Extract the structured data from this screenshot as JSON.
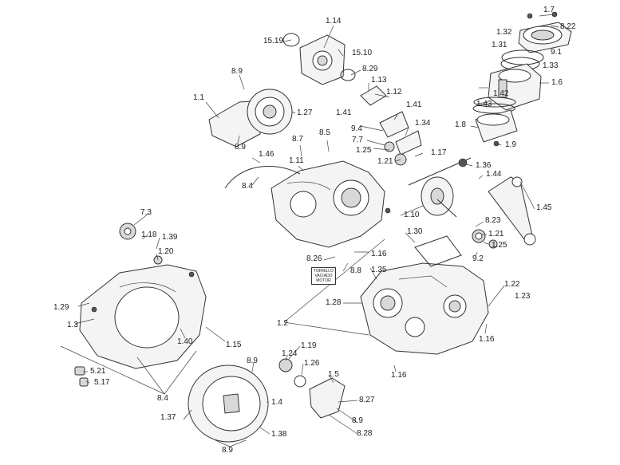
{
  "labels": {
    "l_1_14": "1.14",
    "l_1_7": "1.7",
    "l_15_19": "15.19",
    "l_15_10": "15.10",
    "l_1_32": "1.32",
    "l_8_22": "8.22",
    "l_1_31": "1.31",
    "l_9_1": "9.1",
    "l_1_33": "1.33",
    "l_8_9_a": "8.9",
    "l_8_29": "8.29",
    "l_1_13": "1.13",
    "l_1_6": "1.6",
    "l_1_42": "1.42",
    "l_1_1": "1.1",
    "l_1_12": "1.12",
    "l_1_43": "1.43",
    "l_1_27": "1.27",
    "l_1_41_a": "1.41",
    "l_1_41_b": "1.41",
    "l_1_8": "1.8",
    "l_1_34": "1.34",
    "l_9_4": "9.4",
    "l_7_7": "7.7",
    "l_1_9": "1.9",
    "l_8_9_b": "8.9",
    "l_8_7": "8.7",
    "l_8_5": "8.5",
    "l_1_25_a": "1.25",
    "l_1_17": "1.17",
    "l_1_46": "1.46",
    "l_1_21_a": "1.21",
    "l_1_36": "1.36",
    "l_1_11": "1.11",
    "l_1_44": "1.44",
    "l_8_4_a": "8.4",
    "l_1_45": "1.45",
    "l_7_3": "7.3",
    "l_1_10": "1.10",
    "l_8_23": "8.23",
    "l_1_18": "1.18",
    "l_1_39": "1.39",
    "l_1_30": "1.30",
    "l_1_21_b": "1.21",
    "l_1_25_b": "1.25",
    "l_1_20": "1.20",
    "l_1_16_a": "1.16",
    "l_9_2": "9.2",
    "l_8_26": "8.26",
    "l_8_8": "8.8",
    "l_1_35": "1.35",
    "l_1_22": "1.22",
    "l_1_23": "1.23",
    "l_1_29": "1.29",
    "l_1_28": "1.28",
    "l_1_3": "1.3",
    "l_1_2": "1.2",
    "l_1_40": "1.40",
    "l_1_16_b": "1.16",
    "l_1_15": "1.15",
    "l_1_19": "1.19",
    "l_1_24": "1.24",
    "l_8_9_c": "8.9",
    "l_1_26": "1.26",
    "l_5_21": "5.21",
    "l_1_5": "1.5",
    "l_1_18_b": "1.16",
    "l_5_17": "5.17",
    "l_8_4_b": "8.4",
    "l_1_4": "1.4",
    "l_8_27": "8.27",
    "l_1_37": "1.37",
    "l_8_9_d": "8.9",
    "l_1_38": "1.38",
    "l_8_28": "8.28",
    "l_8_9_e": "8.9"
  },
  "torque_box": {
    "line1": "TORNILLO",
    "line2": "VACIADO",
    "line3": "MOTOR"
  }
}
